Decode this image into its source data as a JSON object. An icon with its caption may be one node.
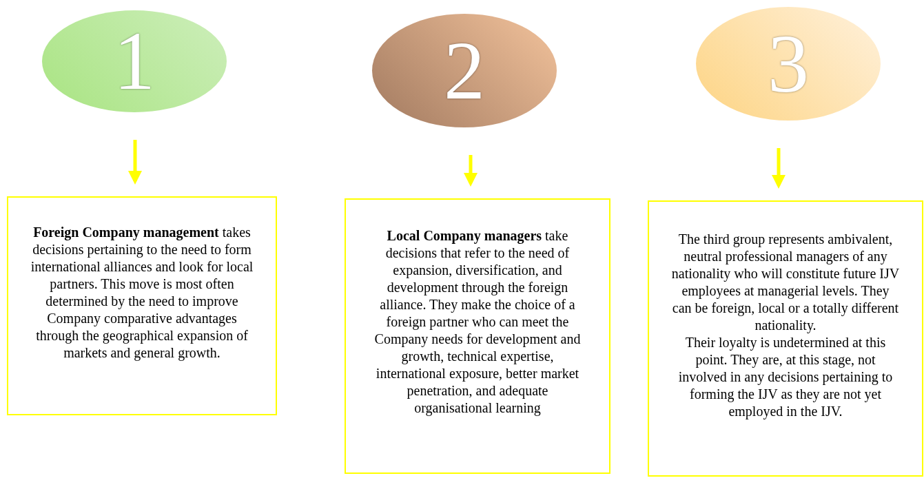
{
  "diagram": {
    "nodes": [
      {
        "text": [
          "1"
        ]
      },
      {
        "text": [
          "2"
        ]
      },
      {
        "text": [
          "3"
        ]
      },
      {
        "text": [
          "**Foreign Company management** takes decisions pertaining to the need to form international alliances and look for local partners. This move is most often determined by the need to improve Company comparative advantages through the geographical expansion of markets and general growth."
        ]
      },
      {
        "text": [
          "**Local Company managers** take decisions that refer to the need of expansion, diversification, and development through the foreign alliance. They make the choice of a foreign partner who can meet the Company needs for development and growth, technical expertise, international exposure, better market penetration, and adequate organisational learning"
        ]
      },
      {
        "text": [
          "The third group represents ambivalent, neutral professional managers of any nationality who will constitute future IJV employees at managerial levels. They can be foreign, local or a totally different nationality.",
          "Their loyalty is undetermined at this point. They are, at this stage, not involved in any decisions pertaining to forming the IJV as they are not yet employed in the IJV."
        ]
      }
    ],
    "edges": [
      {
        "from": 0,
        "to": 3,
        "arrow": "to"
      },
      {
        "from": 1,
        "to": 4,
        "arrow": "to"
      },
      {
        "from": 2,
        "to": 5,
        "arrow": "to"
      }
    ]
  }
}
